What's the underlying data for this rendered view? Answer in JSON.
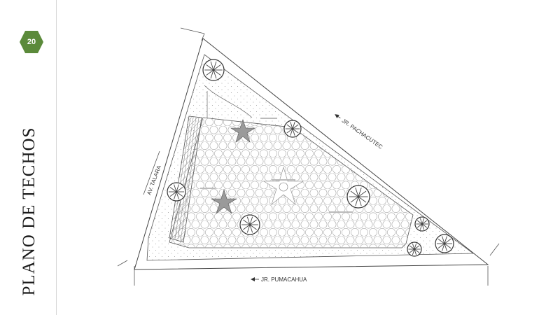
{
  "page": {
    "number": "20",
    "title": "PLANO DE TECHOS",
    "badge_color": "#5b8a3a"
  },
  "plan": {
    "streets": {
      "north_east": "JR. PACHACUTEC",
      "west": "AV. TALARA",
      "south": "JR. PUMACAHUA"
    },
    "direction_arrow_icon": "arrow-left-icon",
    "tree_icon": "tree-icon",
    "star_canopy_icon": "star-canopy-icon"
  }
}
